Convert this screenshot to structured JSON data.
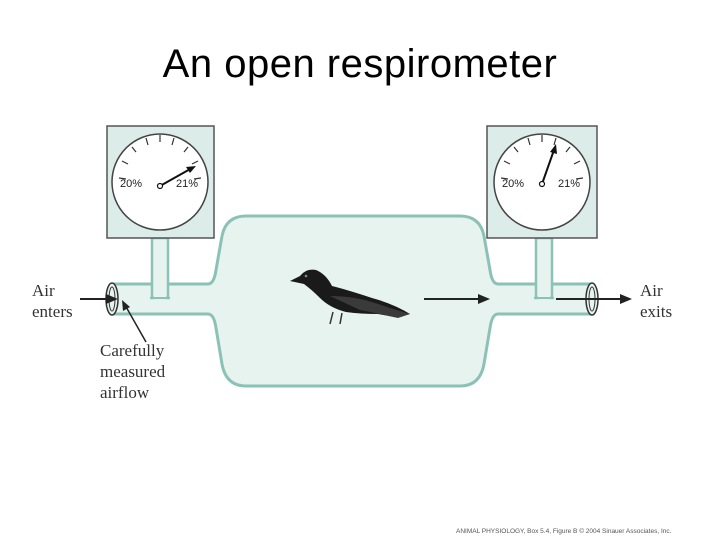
{
  "title": "An open respirometer",
  "labels": {
    "air_enters": [
      "Air",
      "enters"
    ],
    "air_exits": [
      "Air",
      "exits"
    ],
    "airflow_note": [
      "Carefully",
      "measured",
      "airflow"
    ]
  },
  "gauges": [
    {
      "left_label": "20%",
      "right_label": "21%",
      "needle_reading": "21%"
    },
    {
      "left_label": "20%",
      "right_label": "21%",
      "needle_reading": "between"
    }
  ],
  "credit": "ANIMAL PHYSIOLOGY, Box 5.4, Figure B © 2004 Sinauer Associates, Inc.",
  "colors": {
    "chamber_fill": "#e6f3ef",
    "chamber_stroke": "#8cc1b5",
    "gauge_box": "#dcece8",
    "bird": "#1a1a1a"
  }
}
